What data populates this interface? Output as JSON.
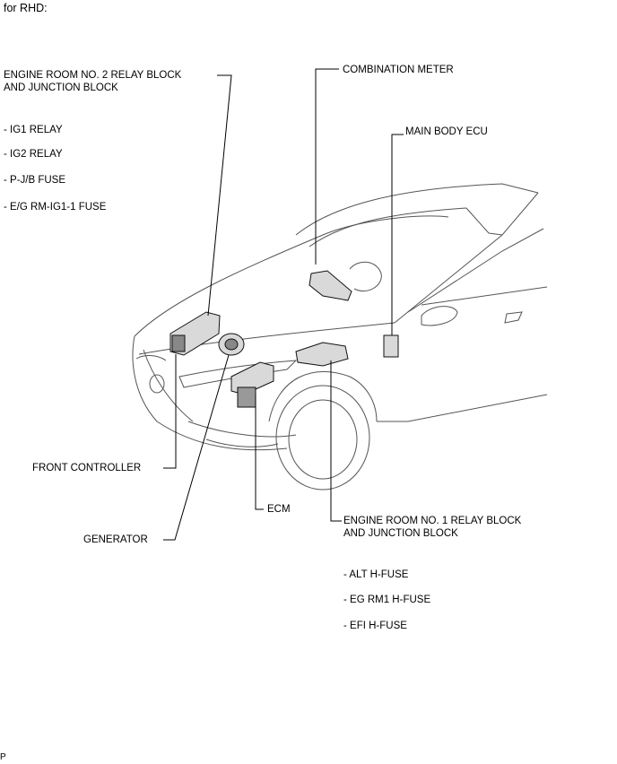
{
  "header": {
    "variant": "for RHD:"
  },
  "labels": {
    "er2_line1": "ENGINE ROOM NO. 2 RELAY BLOCK",
    "er2_line2": "AND JUNCTION BLOCK",
    "er2_items": [
      "- IG1 RELAY",
      "- IG2 RELAY",
      "- P-J/B FUSE",
      "- E/G RM-IG1-1 FUSE"
    ],
    "combination_meter": "COMBINATION METER",
    "main_body_ecu": "MAIN BODY ECU",
    "front_controller": "FRONT CONTROLLER",
    "generator": "GENERATOR",
    "ecm": "ECM",
    "er1_line1": "ENGINE ROOM NO. 1 RELAY BLOCK",
    "er1_line2": "AND JUNCTION BLOCK",
    "er1_items": [
      "- ALT H-FUSE",
      "- EG RM1 H-FUSE",
      "- EFI H-FUSE"
    ]
  },
  "footer": {
    "code": "P"
  }
}
